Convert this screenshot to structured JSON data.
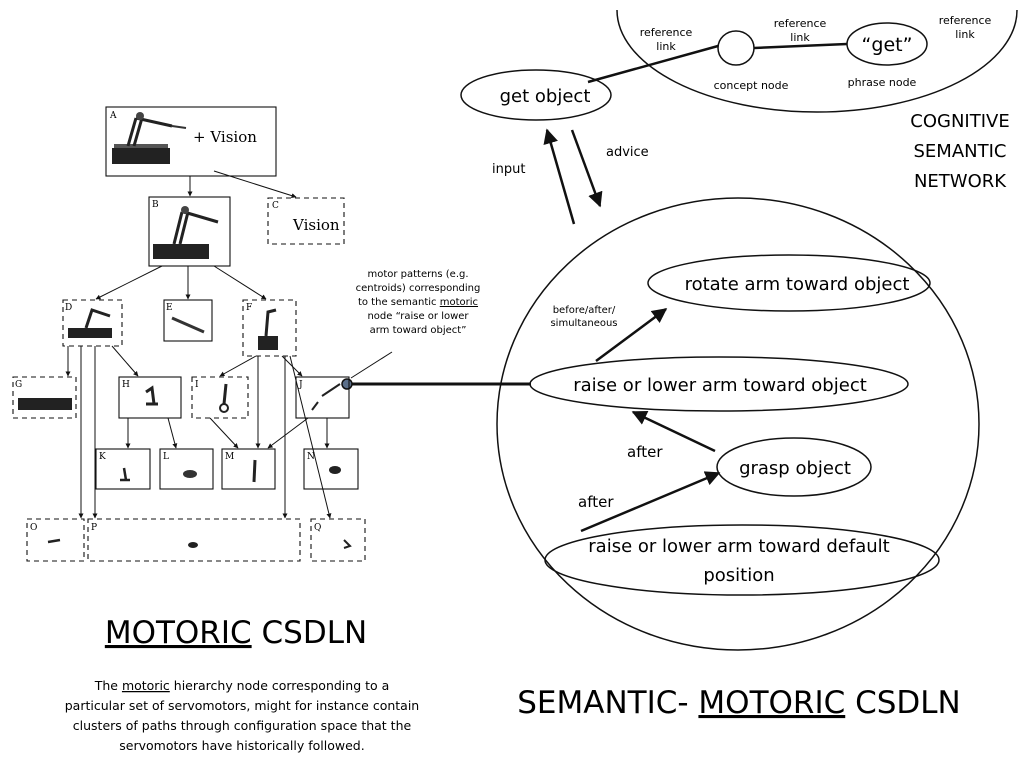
{
  "network": {
    "title": [
      "COGNITIVE",
      "SEMANTIC",
      "NETWORK"
    ],
    "ref_link": [
      "reference",
      "link"
    ],
    "concept_node": "concept node",
    "phrase_node": "phrase node",
    "get_word": "“get”"
  },
  "links": {
    "input": "input",
    "advice": "advice",
    "after": "after",
    "order": [
      "before/after/",
      "simultaneous"
    ]
  },
  "semantic_nodes": {
    "get_object": "get object",
    "rotate": "rotate arm toward object",
    "raise_lower": "raise or lower arm toward object",
    "grasp": "grasp object",
    "default": [
      "raise or lower arm toward default",
      "position"
    ]
  },
  "annotation": {
    "lines": [
      "motor patterns (e.g.",
      "centroids) corresponding",
      "to the semantic",
      "node “raise or lower",
      "arm toward object”"
    ],
    "motoric": "motoric"
  },
  "hierarchy": {
    "letters": [
      "A",
      "B",
      "C",
      "D",
      "E",
      "F",
      "G",
      "H",
      "I",
      "J",
      "K",
      "L",
      "M",
      "N",
      "O",
      "P",
      "Q"
    ],
    "vision_plus": "+ Vision",
    "vision": "Vision"
  },
  "titles": {
    "motoric_pre": "",
    "motoric_word": "MOTORIC",
    "motoric_post": " CSDLN",
    "semantic_pre": "SEMANTIC- ",
    "semantic_word": "MOTORIC",
    "semantic_post": " CSDLN"
  },
  "caption": {
    "l1_pre": "The ",
    "l1_word": "motoric",
    "l1_post": " hierarchy node corresponding to a",
    "l2": "particular set of servomotors, might for instance contain",
    "l3": "clusters of paths through configuration space that the",
    "l4": "servomotors have historically followed."
  }
}
